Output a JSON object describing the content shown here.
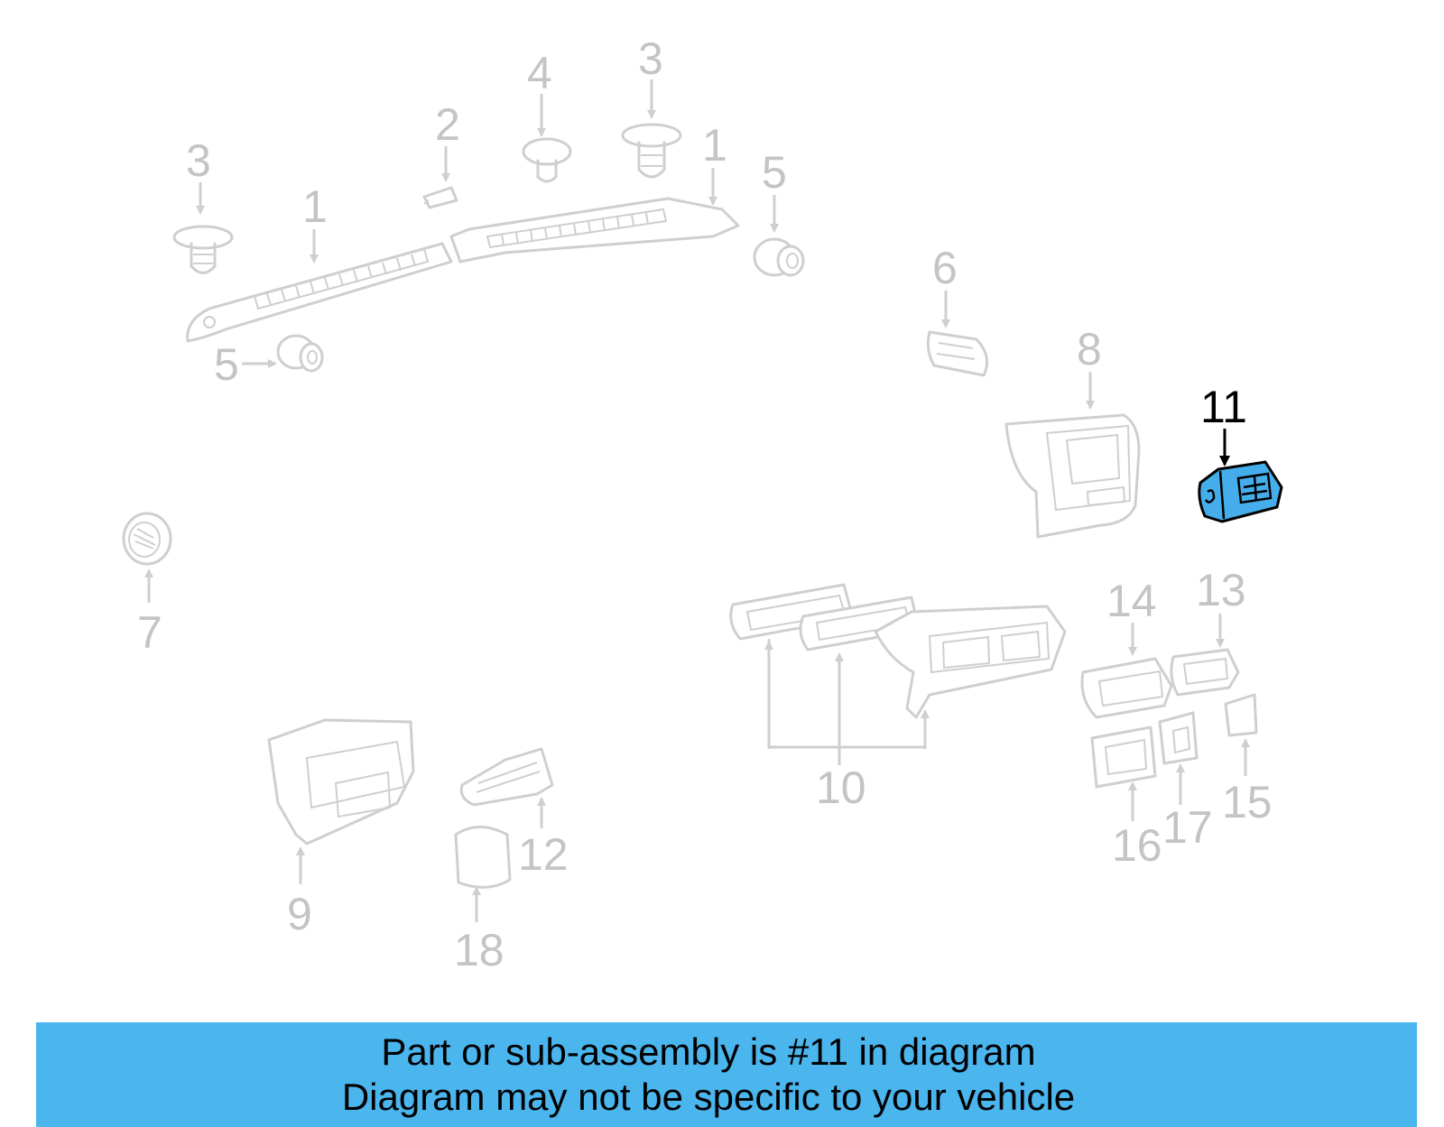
{
  "diagram": {
    "highlight_color": "#45aeea",
    "callout_color": "#c4c4c4",
    "active_callout": "11",
    "callouts": {
      "c3a": "3",
      "c1a": "1",
      "c5a": "5",
      "c2": "2",
      "c4": "4",
      "c3b": "3",
      "c1b": "1",
      "c5b": "5",
      "c6": "6",
      "c8": "8",
      "c11": "11",
      "c7": "7",
      "c14": "14",
      "c13": "13",
      "c10": "10",
      "c9": "9",
      "c12": "12",
      "c18": "18",
      "c16": "16",
      "c17": "17",
      "c15": "15"
    }
  },
  "banner": {
    "line1": "Part or sub-assembly is #11 in diagram",
    "line2": "Diagram may not be specific to your vehicle",
    "background": "#4bb5ee"
  }
}
